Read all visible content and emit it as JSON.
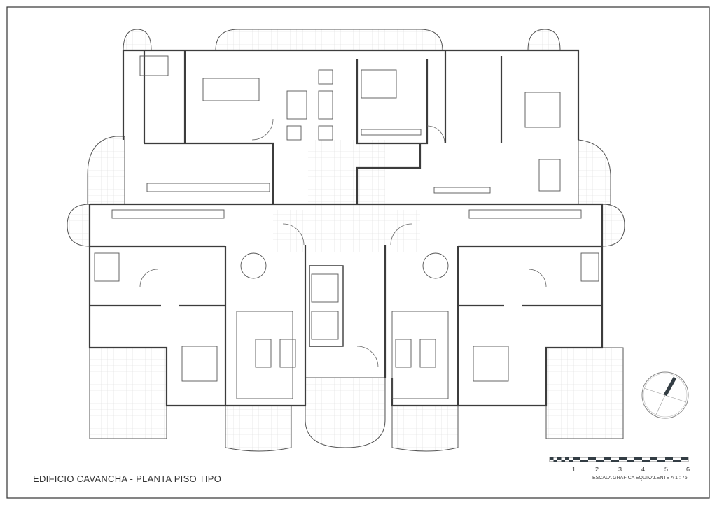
{
  "drawing": {
    "title": "EDIFICIO CAVANCHA - PLANTA PISO TIPO",
    "scale_caption": "ESCALA GRAFICA EQUIVALENTE A 1 : 75",
    "scale_ticks": [
      "1",
      "2",
      "3",
      "4",
      "5",
      "6"
    ],
    "colors": {
      "line": "#4a4a4a",
      "grid": "#d6d6d6",
      "dark": "#333d44"
    }
  }
}
